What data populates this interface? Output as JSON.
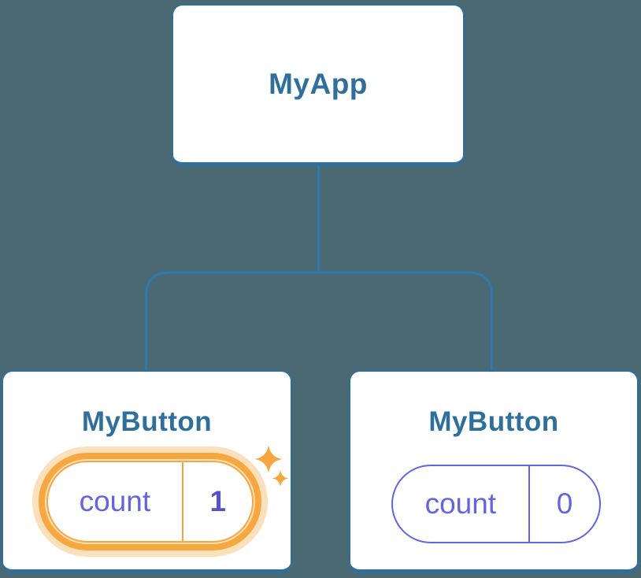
{
  "diagram": {
    "description": "React component tree showing isolated state",
    "background_color": "#4A6972",
    "colors": {
      "node_border_blue": "#2F6F9B",
      "connector_blue": "#2E79AE",
      "title_text_blue": "#2F6F9B",
      "state_indigo": "#6365E0",
      "state_value_highlight_indigo": "#5452CE",
      "highlight_orange": "#F7A73F",
      "highlight_halo": "#FBE2B8"
    },
    "root": {
      "label": "MyApp"
    },
    "children": [
      {
        "label": "MyButton",
        "state": {
          "key": "count",
          "value": "1"
        },
        "highlighted": true,
        "decoration": "sparkles-icon"
      },
      {
        "label": "MyButton",
        "state": {
          "key": "count",
          "value": "0"
        },
        "highlighted": false
      }
    ]
  }
}
